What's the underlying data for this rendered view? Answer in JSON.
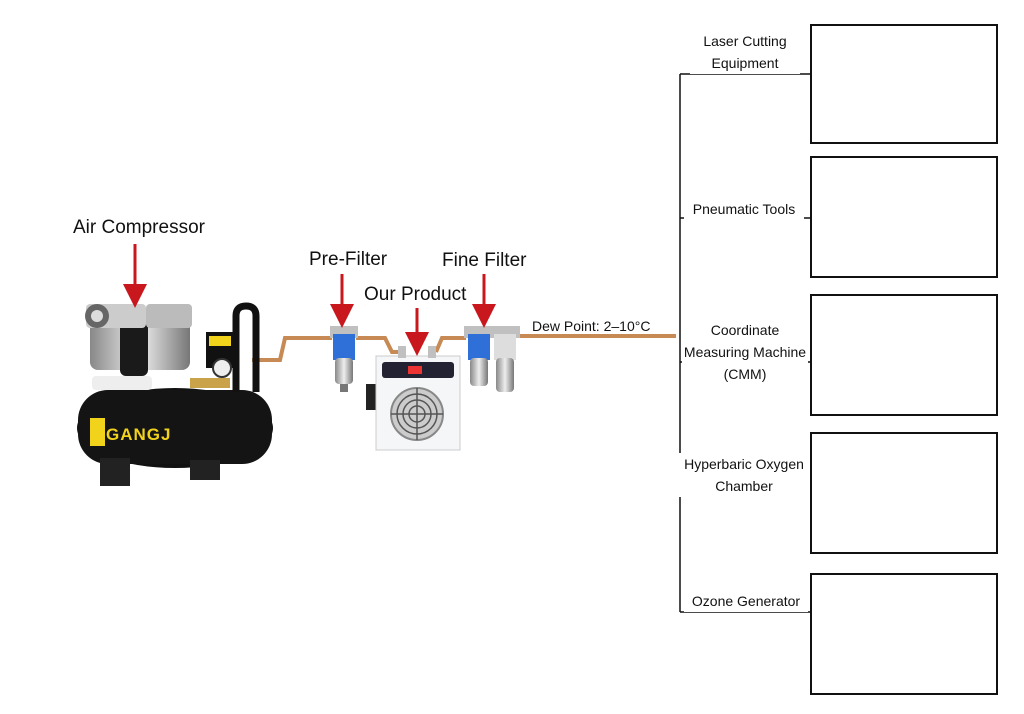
{
  "labels": {
    "compressor": "Air Compressor",
    "pre_filter": "Pre-Filter",
    "product": "Our Product",
    "fine_filter": "Fine Filter",
    "dew_point": "Dew Point: 2–10°C",
    "brand": "GANGJ"
  },
  "applications": [
    {
      "line1": "Laser Cutting",
      "line2": "Equipment"
    },
    {
      "line1": "Pneumatic Tools"
    },
    {
      "line1": "Coordinate",
      "line2": "Measuring Machine",
      "line3": "(CMM)"
    },
    {
      "line1": "Hyperbaric Oxygen",
      "line2": "Chamber"
    },
    {
      "line1": "Ozone Generator"
    }
  ],
  "colors": {
    "arrow": "#c8171d",
    "pipe": "#c88a55",
    "line": "#111111",
    "tank": "#111111",
    "filter_blue": "#2e6fd8"
  }
}
